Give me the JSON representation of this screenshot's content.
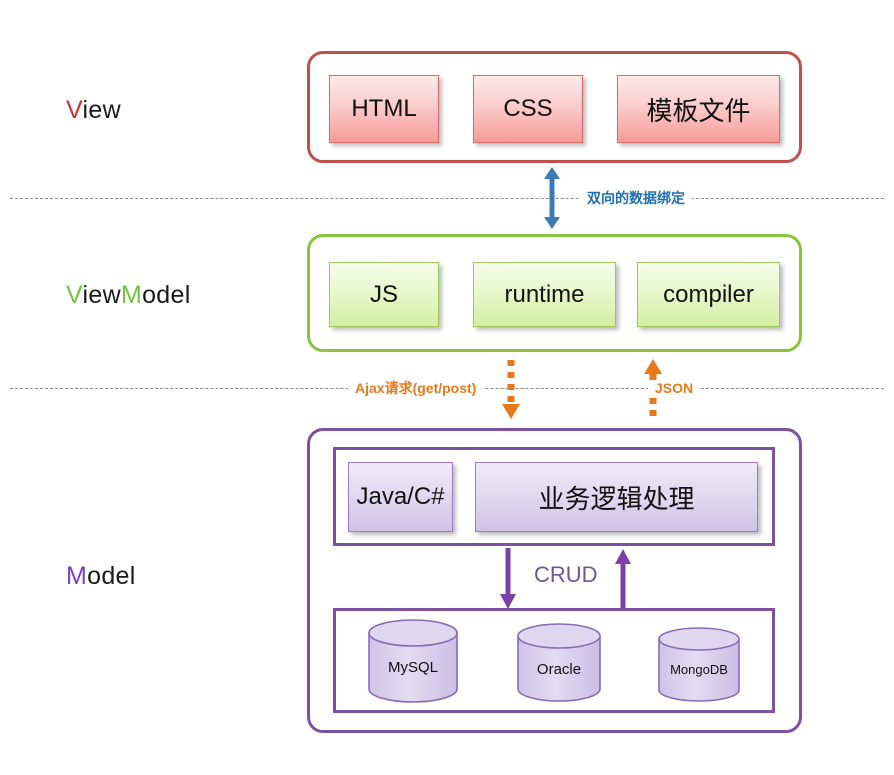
{
  "diagram": {
    "title": "MVVM architecture layers",
    "colors": {
      "view_border": "#c0504d",
      "view_fill_top": "#fde9e9",
      "view_fill_bottom": "#f79c99",
      "viewmodel_border": "#8ac43f",
      "viewmodel_fill_top": "#f7fdeb",
      "viewmodel_fill_bottom": "#d2efa2",
      "model_border": "#7c51a1",
      "model_fill_top": "#efeaf7",
      "model_fill_bottom": "#cfc3e6",
      "binding_arrow": "#3b7cb8",
      "ajax_arrow": "#e8791a",
      "crud_arrow": "#7c3fa8",
      "divider": "#8a8a8a"
    }
  },
  "layers": {
    "view": {
      "label_accent": "V",
      "label_rest": "iew",
      "nodes": [
        {
          "label": "HTML",
          "script": "latin"
        },
        {
          "label": "CSS",
          "script": "latin"
        },
        {
          "label": "模板文件",
          "script": "cjk"
        }
      ]
    },
    "viewmodel": {
      "label_accent_1": "V",
      "label_mid": "iew",
      "label_accent_2": "M",
      "label_rest": "odel",
      "nodes": [
        {
          "label": "JS",
          "script": "latin"
        },
        {
          "label": "runtime",
          "script": "latin"
        },
        {
          "label": "compiler",
          "script": "latin"
        }
      ]
    },
    "model": {
      "label_accent": "M",
      "label_rest": "odel",
      "logic_nodes": [
        {
          "label": "Java/C#",
          "script": "latin"
        },
        {
          "label": "业务逻辑处理",
          "script": "cjk"
        }
      ],
      "crud_label": "CRUD",
      "databases": [
        {
          "label": "MySQL"
        },
        {
          "label": "Oracle"
        },
        {
          "label": "MongoDB"
        }
      ]
    }
  },
  "connections": {
    "view_viewmodel": {
      "label": "双向的数据绑定",
      "direction": "bidirectional",
      "color": "#3b7cb8"
    },
    "viewmodel_model_request": {
      "label": "Ajax请求(get/post)",
      "direction": "down",
      "color": "#e8791a"
    },
    "viewmodel_model_response": {
      "label": "JSON",
      "direction": "up",
      "color": "#e8791a"
    },
    "model_internal": {
      "label": "CRUD",
      "direction": "bidirectional",
      "color": "#7c3fa8"
    }
  }
}
